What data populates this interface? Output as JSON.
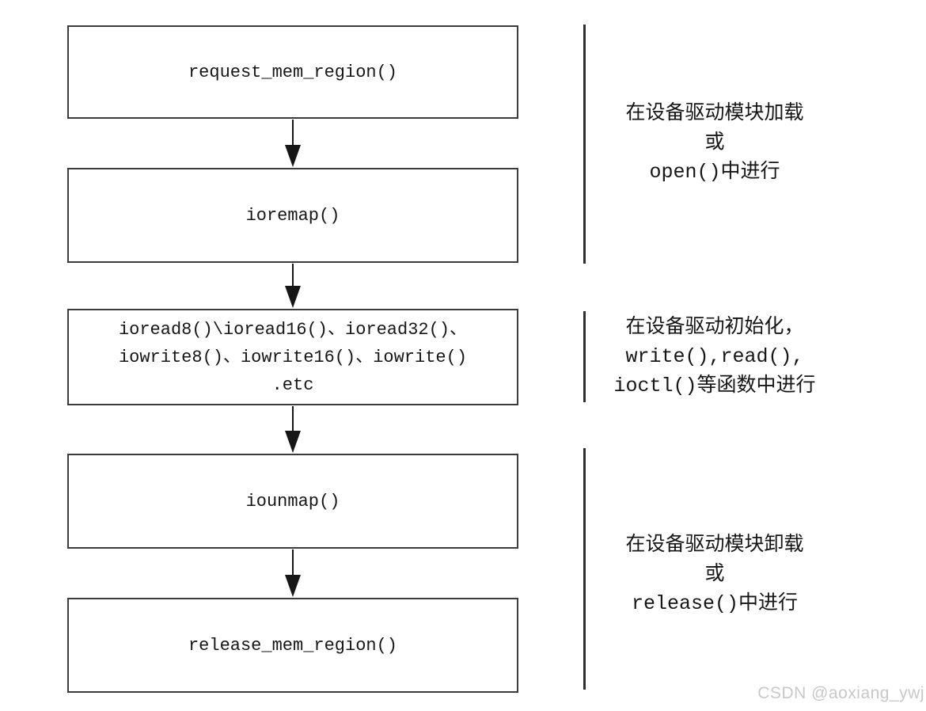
{
  "colors": {
    "background": "#ffffff",
    "box_border": "#3b3b3b",
    "text": "#161616",
    "bracket_line": "#2e2e2e",
    "watermark": "#c8c8c8"
  },
  "flow": {
    "boxes": [
      {
        "id": "request-mem-region",
        "lines": [
          "request_mem_region()"
        ]
      },
      {
        "id": "ioremap",
        "lines": [
          "ioremap()"
        ]
      },
      {
        "id": "io-read-write",
        "lines": [
          "ioread8()\\ioread16()、ioread32()、",
          "iowrite8()、iowrite16()、iowrite()",
          ".etc"
        ]
      },
      {
        "id": "iounmap",
        "lines": [
          "iounmap()"
        ]
      },
      {
        "id": "release-mem-region",
        "lines": [
          "release_mem_region()"
        ]
      }
    ],
    "annotations": [
      {
        "id": "load-phase",
        "lines": [
          "在设备驱动模块加载",
          "或",
          "open()中进行"
        ]
      },
      {
        "id": "runtime-phase",
        "lines": [
          "在设备驱动初始化，",
          "write(),read(),",
          "ioctl()等函数中进行"
        ]
      },
      {
        "id": "unload-phase",
        "lines": [
          "在设备驱动模块卸载",
          "或",
          "release()中进行"
        ]
      }
    ]
  },
  "watermark": "CSDN @aoxiang_ywj"
}
